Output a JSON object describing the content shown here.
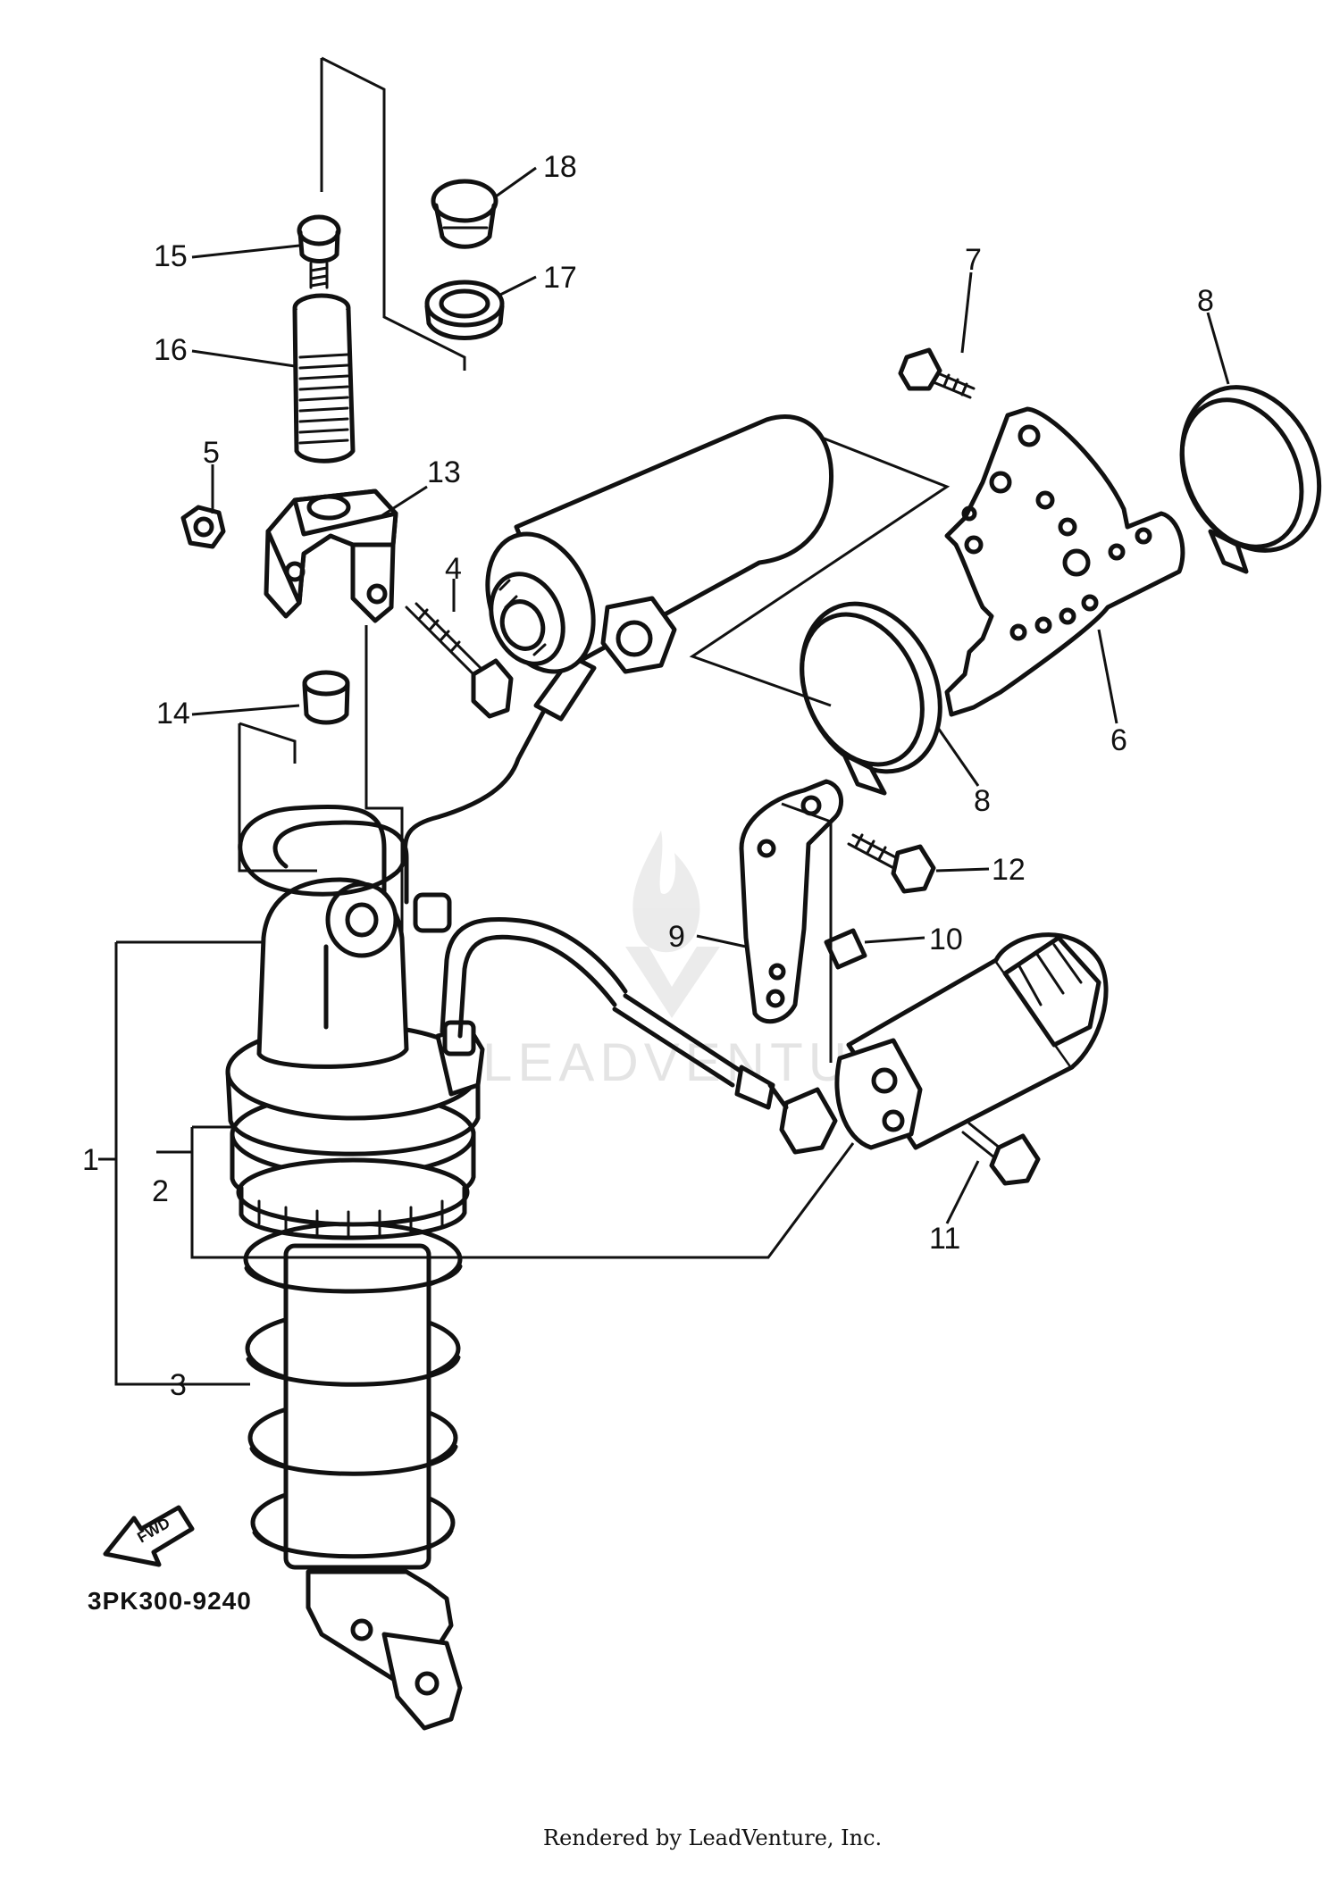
{
  "diagram": {
    "part_callouts": [
      {
        "num": "1"
      },
      {
        "num": "2"
      },
      {
        "num": "3"
      },
      {
        "num": "4"
      },
      {
        "num": "5"
      },
      {
        "num": "6"
      },
      {
        "num": "7"
      },
      {
        "num": "8"
      },
      {
        "num": "8"
      },
      {
        "num": "9"
      },
      {
        "num": "10"
      },
      {
        "num": "11"
      },
      {
        "num": "12"
      },
      {
        "num": "13"
      },
      {
        "num": "14"
      },
      {
        "num": "15"
      },
      {
        "num": "16"
      },
      {
        "num": "17"
      },
      {
        "num": "18"
      }
    ],
    "front_arrow_label": "FWD",
    "diagram_code": "3PK300-9240",
    "watermark": "LEADVENTURE",
    "credit": "Rendered by LeadVenture, Inc."
  }
}
